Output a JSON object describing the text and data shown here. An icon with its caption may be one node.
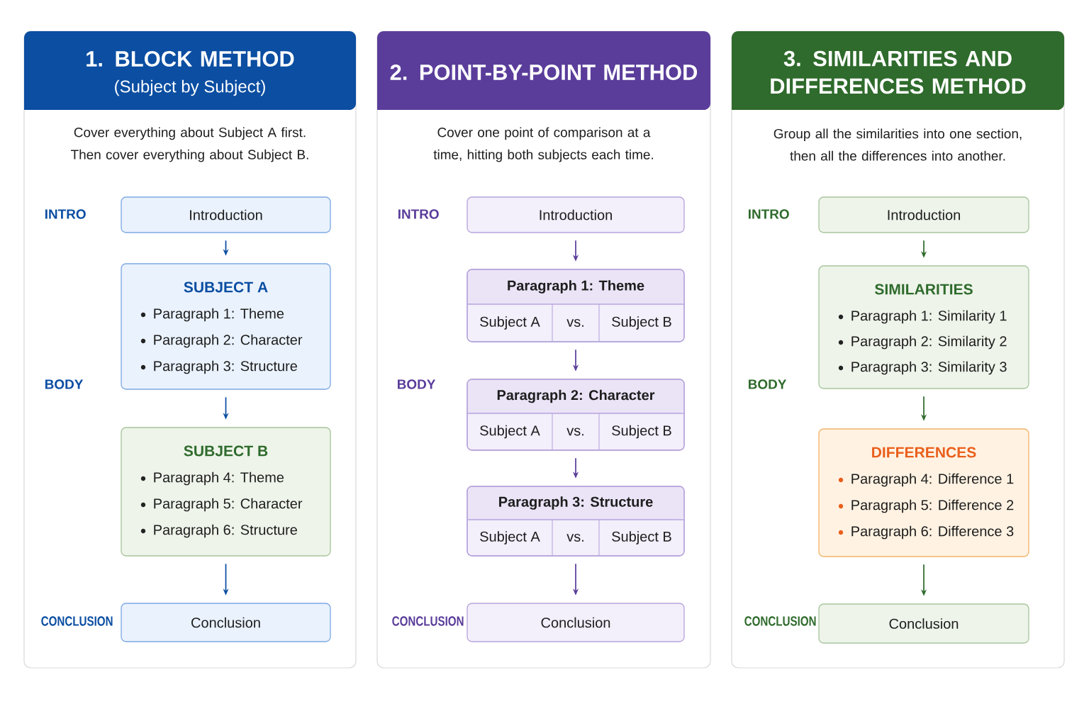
{
  "diagram": {
    "nodes": [
      {
        "text": [
          "1. BLOCK METHOD",
          "(Subject by Subject)",
          "Cover everything about Subject A first. Then cover everything about Subject B."
        ]
      },
      {
        "text": [
          "Introduction"
        ],
        "in": 0
      },
      {
        "text": [
          "SUBJECT A",
          "Paragraph 1: Theme",
          "Paragraph 2: Character",
          "Paragraph 3: Structure"
        ],
        "in": 0
      },
      {
        "text": [
          "SUBJECT B",
          "Paragraph 4: Theme",
          "Paragraph 5: Character",
          "Paragraph 6: Structure"
        ],
        "in": 0
      },
      {
        "text": [
          "Conclusion"
        ],
        "in": 0
      },
      {
        "text": [
          "2. POINT-BY-POINT METHOD",
          "Cover one point of comparison at a time, hitting both subjects each time."
        ]
      },
      {
        "text": [
          "Introduction"
        ],
        "in": 5
      },
      {
        "text": [
          "Paragraph 1: Theme",
          "Subject A",
          "vs.",
          "Subject B"
        ],
        "in": 5
      },
      {
        "text": [
          "Paragraph 2: Character",
          "Subject A",
          "vs.",
          "Subject B"
        ],
        "in": 5
      },
      {
        "text": [
          "Paragraph 3: Structure",
          "Subject A",
          "vs.",
          "Subject B"
        ],
        "in": 5
      },
      {
        "text": [
          "Conclusion"
        ],
        "in": 5
      },
      {
        "text": [
          "3. SIMILARITIES AND DIFFERENCES METHOD",
          "Group all the similarities into one section, then all the differences into another."
        ]
      },
      {
        "text": [
          "Introduction"
        ],
        "in": 11
      },
      {
        "text": [
          "SIMILARITIES",
          "Paragraph 1: Similarity 1",
          "Paragraph 2: Similarity 2",
          "Paragraph 3: Similarity 3"
        ],
        "in": 11
      },
      {
        "text": [
          "DIFFERENCES",
          "Paragraph 4: Difference 1",
          "Paragraph 5: Difference 2",
          "Paragraph 6: Difference 3"
        ],
        "in": 11
      },
      {
        "text": [
          "Conclusion"
        ],
        "in": 11
      }
    ],
    "edges": [
      {
        "from": 1,
        "to": 2,
        "arrow": "to",
        "color": "#0b4ea2"
      },
      {
        "from": 2,
        "to": 3,
        "arrow": "to",
        "color": "#0b4ea2"
      },
      {
        "from": 3,
        "to": 4,
        "arrow": "to",
        "color": "#0b4ea2"
      },
      {
        "from": 6,
        "to": 7,
        "arrow": "to",
        "color": "#5a3d9a"
      },
      {
        "from": 7,
        "to": 8,
        "arrow": "to",
        "color": "#5a3d9a"
      },
      {
        "from": 8,
        "to": 9,
        "arrow": "to",
        "color": "#5a3d9a"
      },
      {
        "from": 9,
        "to": 10,
        "arrow": "to",
        "color": "#5a3d9a"
      },
      {
        "from": 12,
        "to": 13,
        "arrow": "to",
        "color": "#2f6b2c"
      },
      {
        "from": 13,
        "to": 14,
        "arrow": "to",
        "color": "#2f6b2c"
      },
      {
        "from": 14,
        "to": 15,
        "arrow": "to",
        "color": "#2f6b2c"
      }
    ],
    "labels": [
      "INTRO",
      "BODY",
      "CONCLUSION",
      "INTRO",
      "BODY",
      "CONCLUSION",
      "INTRO",
      "BODY",
      "CONCLUSION"
    ]
  }
}
